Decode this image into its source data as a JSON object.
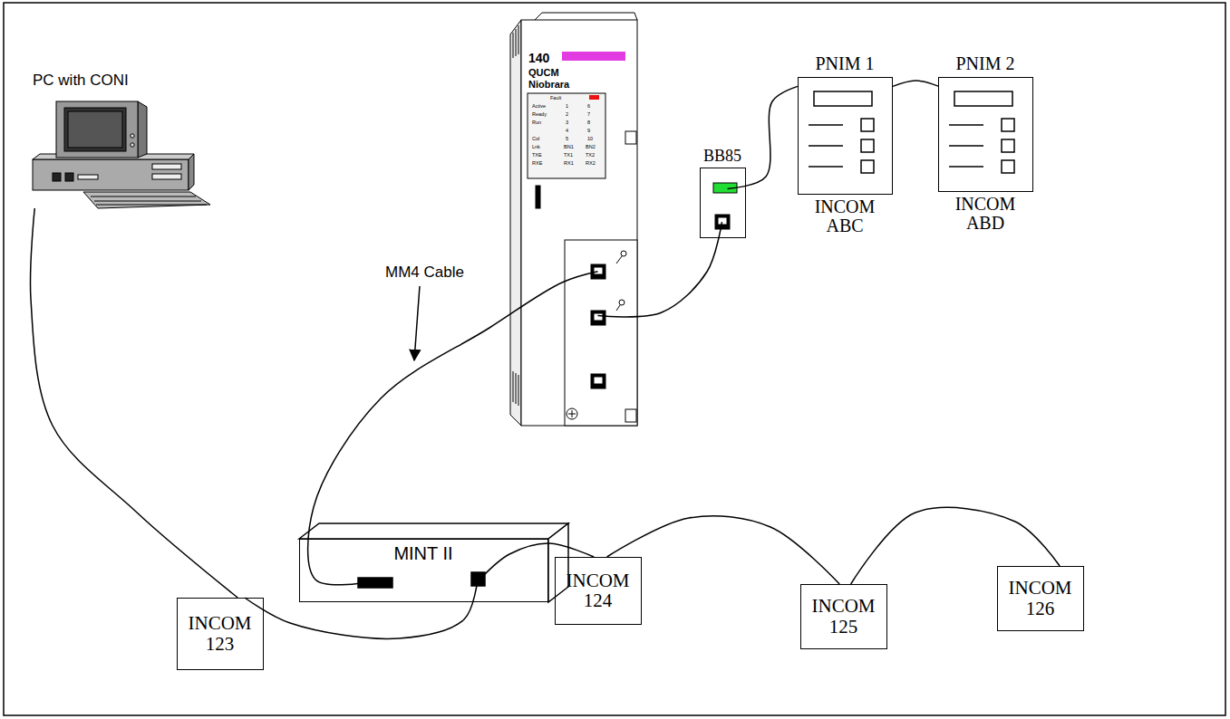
{
  "diagram": {
    "nodes": [
      {
        "text": [
          "140",
          "QUCM",
          "Niobrara"
        ]
      },
      {
        "text": [
          "PNIM 1",
          "INCOM ABC"
        ]
      },
      {
        "text": [
          "PNIM 2",
          "INCOM ABD"
        ]
      },
      {
        "text": [
          "BB85"
        ]
      },
      {
        "text": [
          "PC with CONI"
        ]
      },
      {
        "text": [
          "MINT II"
        ]
      },
      {
        "text": [
          "INCOM 123"
        ]
      },
      {
        "text": [
          "INCOM 124"
        ]
      },
      {
        "text": [
          "INCOM 125"
        ]
      },
      {
        "text": [
          "INCOM 126"
        ]
      }
    ],
    "edges": [
      {
        "from": 4,
        "to": 6,
        "arrow": "none"
      },
      {
        "from": 6,
        "to": 5,
        "arrow": "none"
      },
      {
        "from": 5,
        "to": 7,
        "arrow": "none"
      },
      {
        "from": 7,
        "to": 8,
        "arrow": "none"
      },
      {
        "from": 8,
        "to": 9,
        "arrow": "none"
      },
      {
        "from": 5,
        "to": 0,
        "arrow": "none"
      },
      {
        "from": 0,
        "to": 3,
        "arrow": "none"
      },
      {
        "from": 3,
        "to": 1,
        "arrow": "none"
      },
      {
        "from": 1,
        "to": 2,
        "arrow": "none"
      }
    ],
    "labels": [
      "Fault",
      "Active",
      "1",
      "6",
      "Ready",
      "2",
      "7",
      "Run",
      "3",
      "8",
      "4",
      "9",
      "Col",
      "5",
      "10",
      "Lnk",
      "BN1",
      "BN2",
      "TXE",
      "TX1",
      "TX2",
      "RXE",
      "RX1",
      "RX2",
      "MM4 Cable"
    ]
  }
}
